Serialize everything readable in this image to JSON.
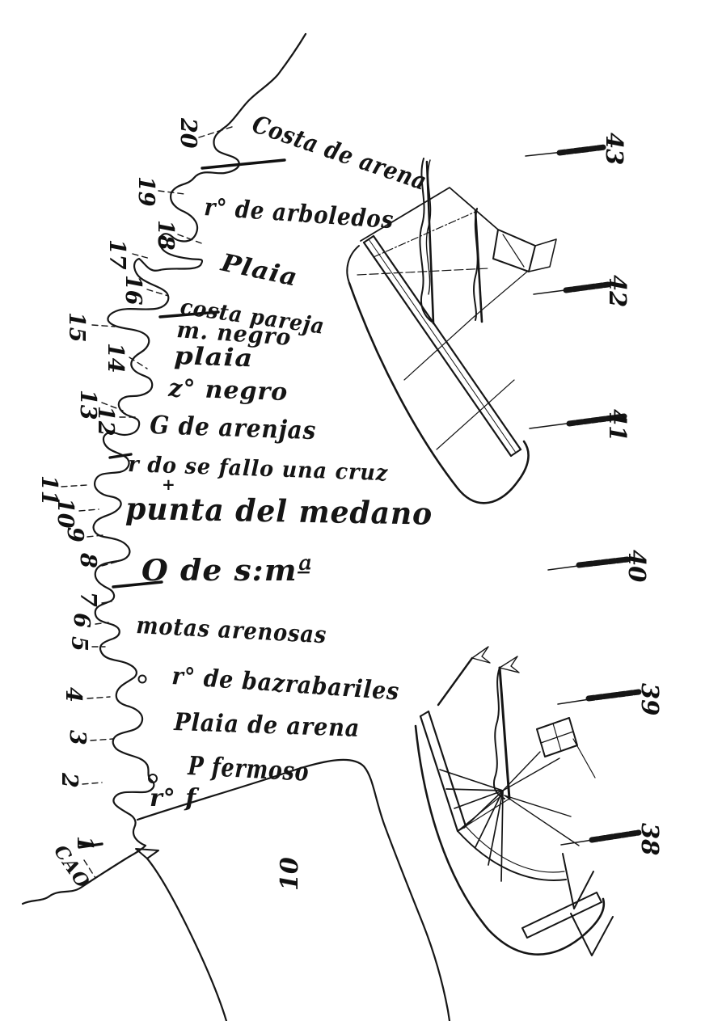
{
  "map": {
    "type": "historical-portolan-coastal-chart",
    "ink_color": "#161616",
    "paper_color": "#ffffff",
    "place_labels": [
      {
        "id": "costa-de-arena",
        "text": "Costa de arena"
      },
      {
        "id": "rio-de-arboledos",
        "text": "r° de arboledos"
      },
      {
        "id": "plaia-north",
        "text": "Plaia"
      },
      {
        "id": "costa-pareja",
        "text": "costa pareja"
      },
      {
        "id": "m-negro",
        "text": "m. negro"
      },
      {
        "id": "plaia-mid",
        "text": "plaia"
      },
      {
        "id": "zo-negro",
        "text": "z° negro"
      },
      {
        "id": "g-de-arenjas",
        "text": "G de arenjas"
      },
      {
        "id": "rio-se-fallo-una-cruz",
        "text": "r do se fallo una cruz"
      },
      {
        "id": "punta-del-medano",
        "text": "punta del medano"
      },
      {
        "id": "o-de-santa-maria",
        "text": "O de s:mª"
      },
      {
        "id": "motas-arenosas",
        "text": "motas arenosas"
      },
      {
        "id": "rio-de-bazrabariles",
        "text": "r° de bazrabariles"
      },
      {
        "id": "plaia-de-arena",
        "text": "Plaia de arena"
      },
      {
        "id": "p-fermoso",
        "text": "P fermoso"
      },
      {
        "id": "rio-f",
        "text": "r° f"
      },
      {
        "id": "cabo",
        "text": "CAO"
      }
    ],
    "punta_cross_mark": "+",
    "station_numbers": [
      "20",
      "19",
      "18",
      "17",
      "16",
      "15",
      "14",
      "13",
      "12",
      "11",
      "10",
      "9",
      "8",
      "7",
      "6",
      "5",
      "4",
      "3",
      "2",
      "1"
    ],
    "inland_number": "10",
    "latitude_ticks": [
      "43",
      "42",
      "41",
      "40",
      "39",
      "38"
    ]
  }
}
